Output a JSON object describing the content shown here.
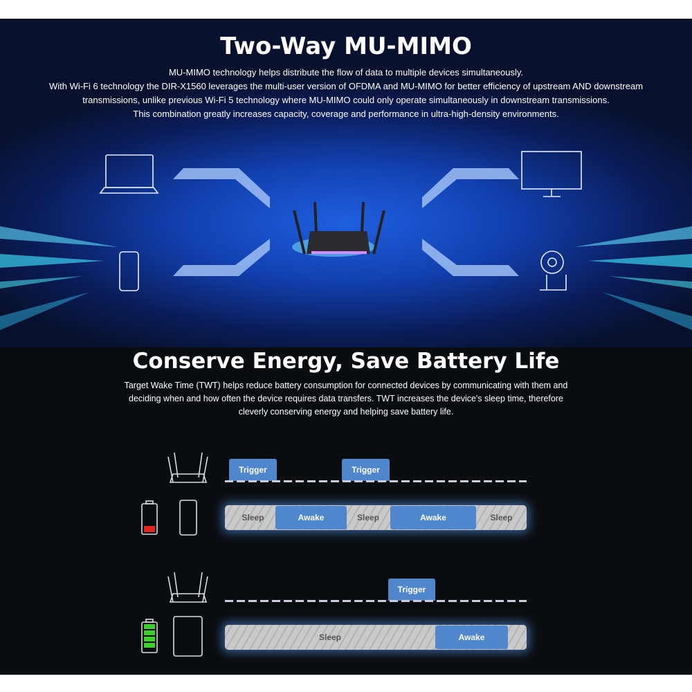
{
  "mimo": {
    "title": "Two-Way MU-MIMO",
    "lines": [
      "MU-MIMO technology helps distribute the flow of data to multiple devices simultaneously.",
      "With Wi-Fi 6 technology the DIR-X1560 leverages the multi-user version of OFDMA and MU-MIMO for better efficiency of upstream AND downstream transmissions, unlike previous Wi-Fi 5 technology where MU-MIMO could only operate simultaneously in downstream transmissions.",
      "This combination greatly increases capacity, coverage and performance in ultra-high-density environments."
    ]
  },
  "energy": {
    "title": "Conserve Energy, Save Battery Life",
    "text": "Target Wake Time (TWT) helps reduce battery consumption for connected devices by communicating with them and deciding when and how often the device requires data transfers. TWT increases the device's sleep time, therefore cleverly conserving energy and helping save battery life.",
    "trigger": "Trigger",
    "sleep": "Sleep",
    "awake": "Awake",
    "battery_low_color": "#e0251b",
    "battery_full_color": "#3ccf2e"
  }
}
